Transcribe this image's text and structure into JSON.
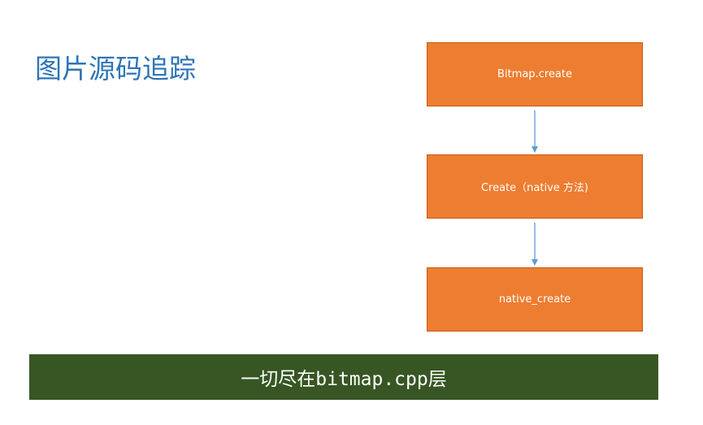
{
  "title": "图片源码追踪",
  "flow": {
    "steps": [
      {
        "label": "Bitmap.create"
      },
      {
        "label": "Create（native 方法)"
      },
      {
        "label": "native_create"
      }
    ]
  },
  "banner": {
    "text": "一切尽在bitmap.cpp层"
  },
  "colors": {
    "title": "#2e75b6",
    "box_fill": "#ed7d31",
    "box_border": "#c55a11",
    "arrow": "#5b9bd5",
    "banner_bg": "#375623"
  }
}
